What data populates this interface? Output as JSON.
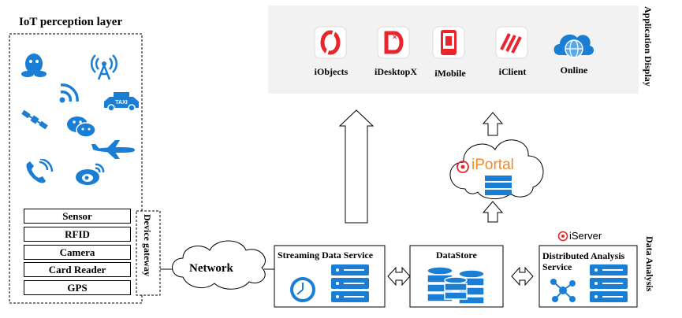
{
  "perception": {
    "title": "IoT perception layer",
    "devices": [
      "Sensor",
      "RFID",
      "Camera",
      "Card Reader",
      "GPS"
    ],
    "gateway_label": "Device gateway",
    "icons": [
      "qq-icon",
      "antenna-icon",
      "wifi-icon",
      "taxi-icon",
      "satellite-icon",
      "wechat-icon",
      "airplane-icon",
      "phone-icon",
      "weibo-icon"
    ],
    "taxi_text": "TAXI"
  },
  "network": {
    "label": "Network"
  },
  "app_display": {
    "side_label": "Application Display",
    "apps": [
      {
        "label": "iObjects",
        "icon": "iobjects-icon",
        "color": "#e8262c"
      },
      {
        "label": "iDesktopX",
        "icon": "idesktopx-icon",
        "color": "#e8262c"
      },
      {
        "label": "iMobile",
        "icon": "imobile-icon",
        "color": "#e8262c"
      },
      {
        "label": "iClient",
        "icon": "iclient-icon",
        "color": "#e8262c"
      },
      {
        "label": "Online",
        "icon": "online-icon",
        "color": "#1a7fd4"
      }
    ]
  },
  "iportal": {
    "logo_text": "iPortal",
    "accent": "#f08a24"
  },
  "iserver": {
    "logo_text": "iServer"
  },
  "data_analysis": {
    "side_label": "Data Analysis",
    "streaming": "Streaming Data Service",
    "datastore": "DataStore",
    "distributed": "Distributed Analysis Service"
  },
  "colors": {
    "blue": "#1a7fd4",
    "red": "#e8262c",
    "panel": "#f2f2f2"
  }
}
